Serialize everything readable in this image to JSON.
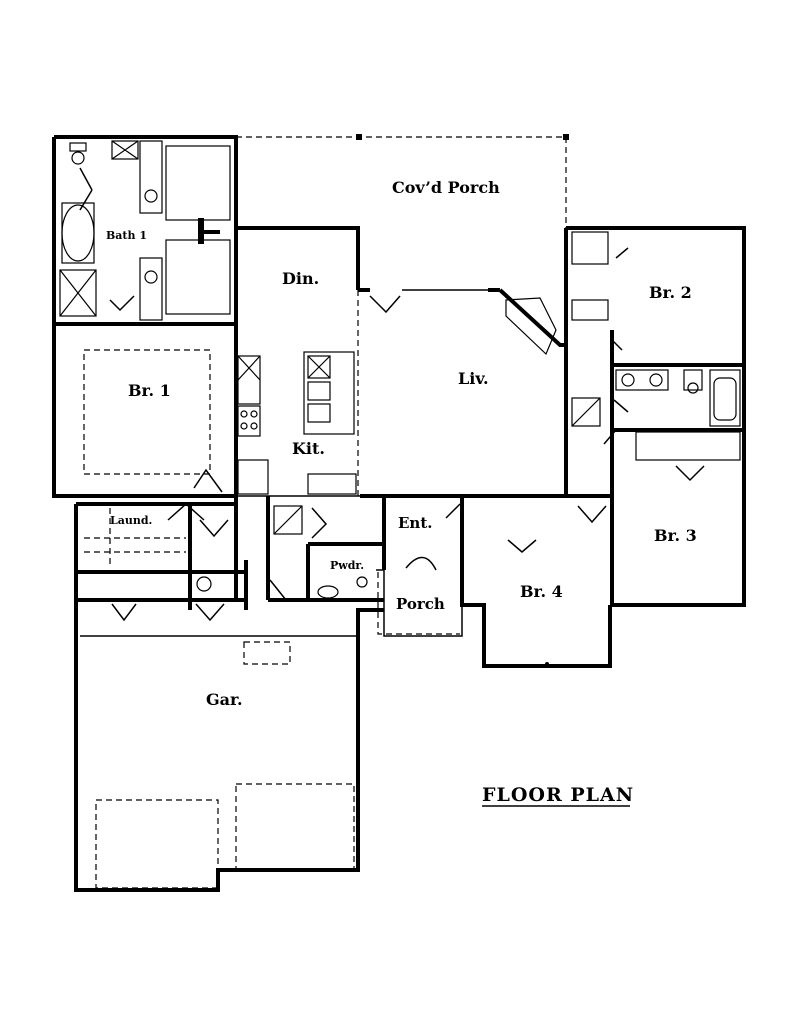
{
  "plan": {
    "title": "FLOOR PLAN",
    "rooms": {
      "covd_porch": "Cov’d Porch",
      "bath1": "Bath 1",
      "br2": "Br. 2",
      "din": "Din.",
      "br1": "Br. 1",
      "liv": "Liv.",
      "kit": "Kit.",
      "br3": "Br. 3",
      "laund": "Laund.",
      "ent": "Ent.",
      "pwdr": "Pwdr.",
      "br4": "Br. 4",
      "porch": "Porch",
      "gar": "Gar."
    }
  }
}
